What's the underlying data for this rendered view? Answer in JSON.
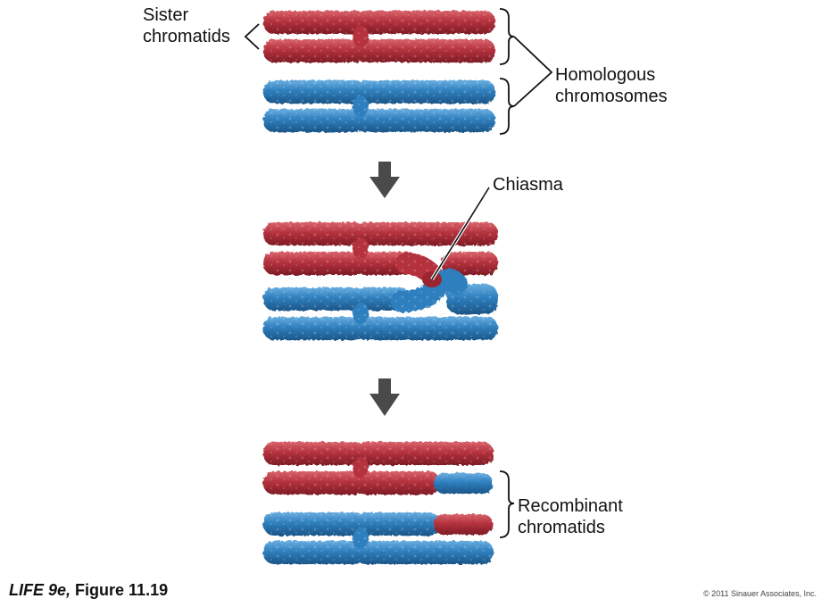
{
  "labels": {
    "sister_line1": "Sister",
    "sister_line2": "chromatids",
    "homologous_line1": "Homologous",
    "homologous_line2": "chromosomes",
    "chiasma": "Chiasma",
    "recombinant_line1": "Recombinant",
    "recombinant_line2": "chromatids"
  },
  "caption": {
    "book": "LIFE 9e,",
    "figure": " Figure 11.19"
  },
  "copyright": "© 2011 Sinauer Associates, Inc.",
  "colors": {
    "maternal": "#b5323e",
    "paternal": "#2f7fbe",
    "arrow": "#4a4a4a",
    "line": "#111111"
  }
}
